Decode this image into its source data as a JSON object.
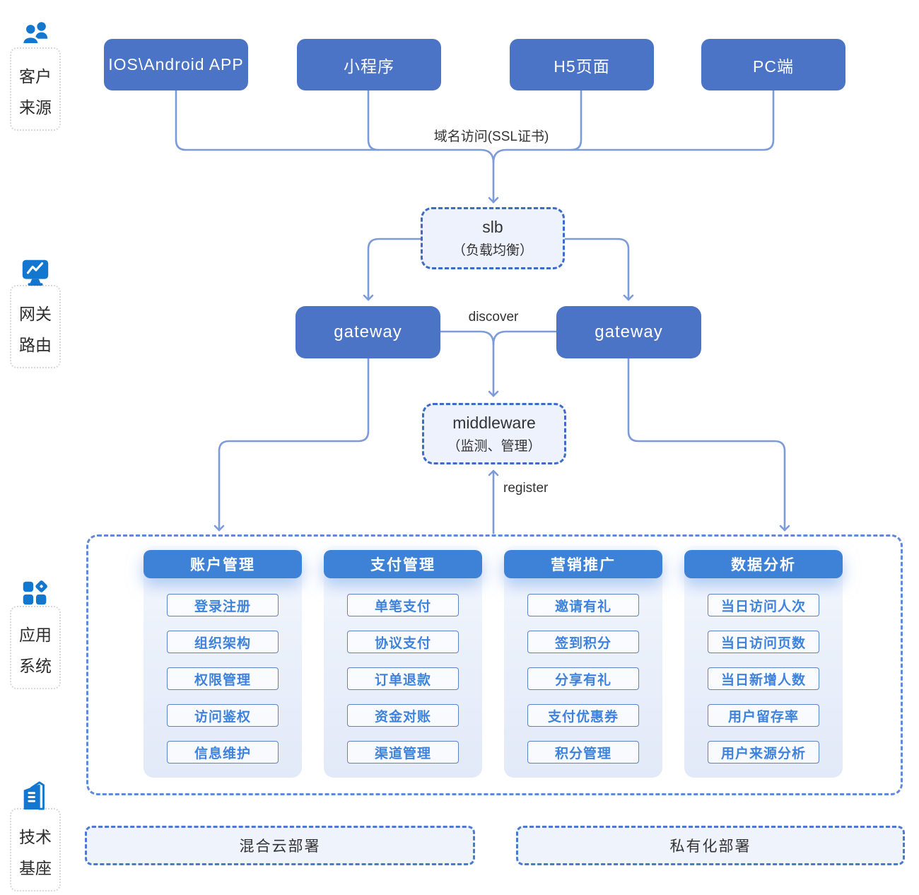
{
  "sidebar": {
    "groups": [
      {
        "icon": "users-icon",
        "lines": [
          "客户",
          "来源"
        ]
      },
      {
        "icon": "monitor-chart-icon",
        "lines": [
          "网关",
          "路由"
        ]
      },
      {
        "icon": "app-grid-icon",
        "lines": [
          "应用",
          "系统"
        ]
      },
      {
        "icon": "building-icon",
        "lines": [
          "技术",
          "基座"
        ]
      }
    ]
  },
  "clients": {
    "boxes": [
      "IOS\\Android APP",
      "小程序",
      "H5页面",
      "PC端"
    ]
  },
  "flow": {
    "domain_label": "域名访问(SSL证书)",
    "slb_title": "slb",
    "slb_subtitle": "（负载均衡）",
    "gateway_left": "gateway",
    "gateway_right": "gateway",
    "discover_label": "discover",
    "middleware_title": "middleware",
    "middleware_subtitle": "（监测、管理）",
    "register_label": "register"
  },
  "modules": [
    {
      "header": "账户管理",
      "items": [
        "登录注册",
        "组织架构",
        "权限管理",
        "访问鉴权",
        "信息维护"
      ]
    },
    {
      "header": "支付管理",
      "items": [
        "单笔支付",
        "协议支付",
        "订单退款",
        "资金对账",
        "渠道管理"
      ]
    },
    {
      "header": "营销推广",
      "items": [
        "邀请有礼",
        "签到积分",
        "分享有礼",
        "支付优惠券",
        "积分管理"
      ]
    },
    {
      "header": "数据分析",
      "items": [
        "当日访问人次",
        "当日访问页数",
        "当日新增人数",
        "用户留存率",
        "用户来源分析"
      ]
    }
  ],
  "deployments": [
    "混合云部署",
    "私有化部署"
  ],
  "colors": {
    "node_blue": "#4C74C6",
    "header_blue": "#3E82D8",
    "connector_line": "#7D9AD9",
    "dashed_border": "#3D6BC7",
    "container_dash": "#6288D8",
    "item_text": "#3E82DC",
    "icon_blue": "#1377D0"
  }
}
